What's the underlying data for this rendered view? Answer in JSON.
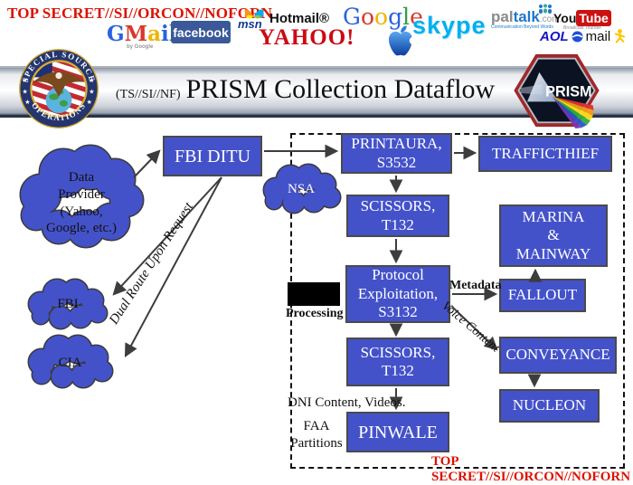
{
  "classification": {
    "top": "TOP SECRET//SI//ORCON//NOFORN",
    "bottom": "TOP SECRET//SI//ORCON//NOFORN"
  },
  "logos": {
    "gmail": {
      "letters": [
        "G",
        "M",
        "a",
        "i",
        "l"
      ],
      "sub": "by Google"
    },
    "facebook": "facebook",
    "msn": "msn",
    "hotmail": "Hotmail®",
    "google": {
      "letters": [
        "G",
        "o",
        "o",
        "g",
        "l",
        "e"
      ]
    },
    "yahoo": "YAHOO!",
    "skype": "skype",
    "paltalk": {
      "pal": "pal",
      "talk": "talk",
      "com": ".com.",
      "tagline": "Communication Beyond Words"
    },
    "youtube": {
      "you": "You",
      "tube": "Tube",
      "tagline": "Broadcast Yourself"
    },
    "aol": {
      "aol": "AOL",
      "mail": "mail"
    }
  },
  "header": {
    "caveat": "(TS//SI//NF)",
    "title": "PRISM Collection Dataflow",
    "seal_top": "SPECIAL SOURCE",
    "seal_bottom": "OPERATIONS",
    "prism_badge": "PRISM"
  },
  "diagram": {
    "clouds": {
      "data_provider": "Data\nProvider\n(Yahoo,\nGoogle, etc.)",
      "nsa": "NSA",
      "fbi": "FBI",
      "cia": "CIA"
    },
    "boxes": {
      "fbi_ditu": "FBI DITU",
      "printaura": "PRINTAURA,\nS3532",
      "trafficthief": "TRAFFICTHIEF",
      "scissors_1": "SCISSORS,\nT132",
      "marina_mainway": "MARINA\n&\nMAINWAY",
      "protocol_exploitation": "Protocol\nExploitation,\nS3132",
      "fallout": "FALLOUT",
      "conveyance": "CONVEYANCE",
      "scissors_2": "SCISSORS,\nT132",
      "nucleon": "NUCLEON",
      "pinwale": "PINWALE"
    },
    "labels": {
      "dual_route": "Dual Route Upon Request",
      "processing": "Processing",
      "metadata": "Metadata",
      "voice_content": "Voice Content",
      "dni_content": "DNI Content, Videos.",
      "faa_partitions": "FAA\nPartitions"
    }
  },
  "colors": {
    "node_blue": "#4452c9",
    "classification_red": "#dd1100",
    "facebook_blue": "#3b5998",
    "youtube_red": "#cc1111",
    "skype_blue": "#00aff0",
    "paltalk_blue": "#1e78c8"
  }
}
